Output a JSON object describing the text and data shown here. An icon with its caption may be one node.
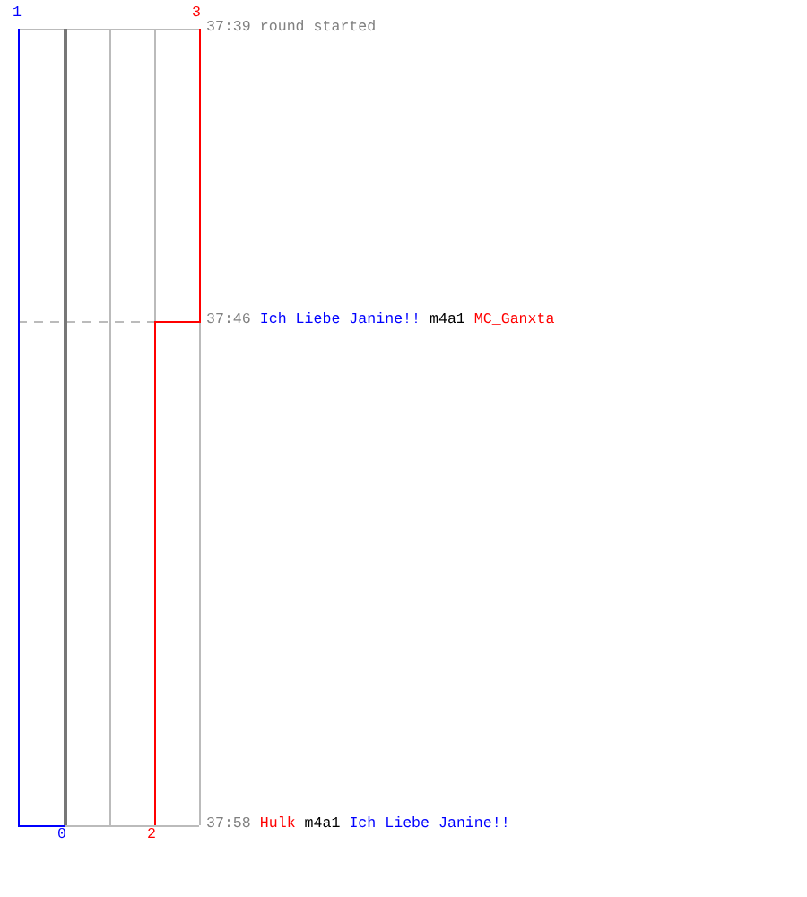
{
  "diagram": {
    "labels": [
      "1",
      "3",
      "37:39",
      "round started",
      "37:46",
      "Ich Liebe Janine!!",
      "m4a1",
      "MC_Ganxta",
      "0",
      "2",
      "37:58",
      "Hulk",
      "m4a1",
      "Ich Liebe Janine!!"
    ]
  }
}
